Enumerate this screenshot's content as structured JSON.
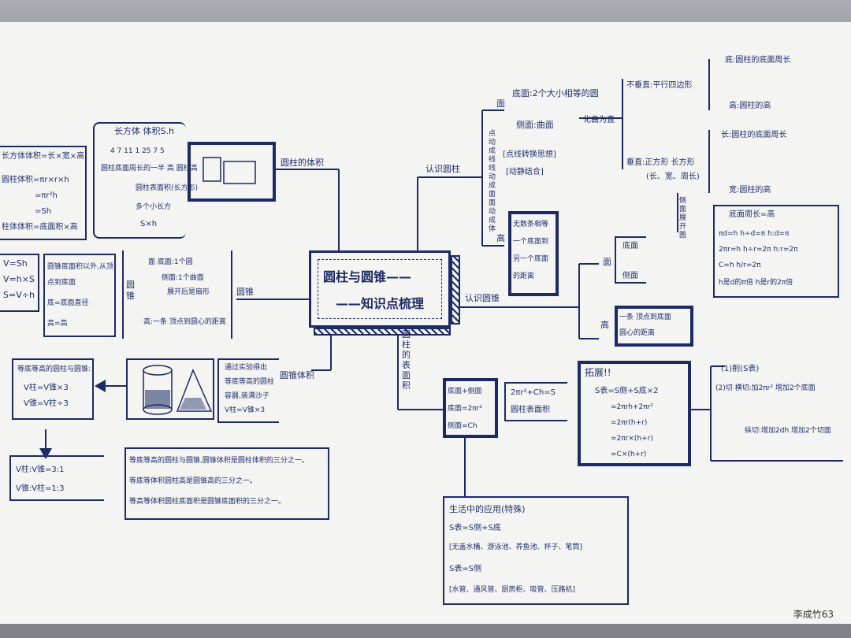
{
  "title": {
    "line1": "圆柱与圆锥——",
    "line2": "——知识点梳理"
  },
  "branches": {
    "cylinder_volume": "圆柱的体积",
    "know_cylinder": "认识圆柱",
    "know_cone": "认识圆锥",
    "cone_volume": "圆锥体积",
    "surface_area": "圆柱的表面积"
  },
  "cylinder_volume_notes": {
    "header": "长方体 体积S.h",
    "lines": [
      "4 7 11 1 25 7 5",
      "圆柱底面周长的一半 高 圆柱高",
      "圆柱表面积(长方形)",
      "多个小长方",
      "S×h"
    ]
  },
  "left_formulas": [
    "长方体体积=长×宽×高",
    "圆柱体积=πr×r×h",
    "=πr²h",
    "=Sh",
    "柱体体积=底面积×高"
  ],
  "vsh": [
    "V=Sh",
    "V=h×S",
    "S=V÷h"
  ],
  "cone_def_box": [
    "圆锥底面积以外,从顶",
    "点到底面",
    "底=底面直径",
    "高=高"
  ],
  "cone_parts": {
    "title": "圆锥",
    "lines": [
      "面  底面:1个圆",
      "侧面:1个曲面",
      "展开后是扇形",
      "高:一条 顶点到圆心的距离"
    ]
  },
  "cone_volume_box": [
    "通过实验得出",
    "等底等高的圆柱",
    "容器,装满沙子",
    "V柱=V锥×3"
  ],
  "ratio_box": [
    "等底等高的圆柱与圆锥:",
    "V柱=V锥×3",
    "V锥=V柱÷3"
  ],
  "ratio_box2": [
    "V柱:V锥=3:1",
    "V锥:V柱=1:3"
  ],
  "wide_notes": [
    "等底等高的圆柱与圆锥,圆锥体积是圆柱体积的三分之一。",
    "等底等体积圆柱高是圆锥高的三分之一。",
    "等高等体积圆柱底面积是圆锥底面积的三分之一。"
  ],
  "cyl_top": {
    "face": "面",
    "bottom": "底面:2个大小相等的圆",
    "side": "侧面:曲面",
    "unfold": "化曲为直",
    "side_vert": "点动成线 线动成面 面动成体",
    "method1": "[点线转换思想]",
    "method2": "[动静结合]",
    "not_vert": "不垂直:平行四边形",
    "vert": "垂直:正方形 长方形",
    "vert2": "(长、宽、周长)",
    "base": "底:圆柱的底面周长",
    "height": "高:圆柱的高",
    "long": "长:圆柱的底面周长",
    "wide": "宽:圆柱的高",
    "high": "高",
    "high_box": [
      "无数条相等",
      "一个底面到",
      "另一个底面",
      "的距离"
    ]
  },
  "side_formula": {
    "title": "侧面展开图",
    "lines": [
      "底面周长=高",
      "πd=h  h÷d=π  h:d=π",
      "2πr=h  h÷r=2π  h:r=2π",
      "C=h  h/r=2π",
      "h是d的π倍  h是r的2π倍"
    ]
  },
  "cone_parts2": {
    "face": "面",
    "bottom": "底面",
    "side": "侧面",
    "high": "高",
    "high_box": [
      "一条 顶点到底面",
      "圆心的距离"
    ]
  },
  "surface_box": [
    "底面+侧面",
    "底面=2πr²",
    "侧面=Ch"
  ],
  "surface_formula": [
    "2πr²+Ch=S",
    "圆柱表面积"
  ],
  "expand": {
    "title": "拓展!!",
    "lines": [
      "S表=S侧+S底×2",
      "=2πrh+2πr²",
      "=2πr(h+r)",
      "=2πr×(h+r)",
      "=C×(h+r)"
    ]
  },
  "cut": {
    "lines": [
      "(1)削(S表)",
      "(2)切 横切:加2πr² 增加2个底面",
      "纵切:增加2dh 增加2个切面"
    ]
  },
  "life_box": [
    "生活中的应用(特殊)",
    "S表=S侧+S底",
    "[无盖水桶、游泳池、养鱼池、杯子、笔筒]",
    "S表=S侧",
    "[水管、通风管、厨房柜、吸管、压路机]"
  ],
  "signature": "李成竹63"
}
